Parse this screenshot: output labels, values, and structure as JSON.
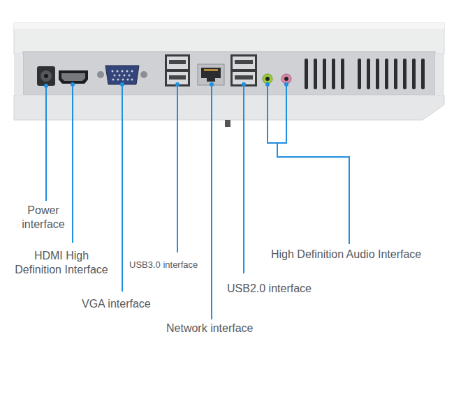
{
  "diagram": {
    "labels": [
      "Power interface",
      "HDMI High Definition Interface",
      "USB3.0 interface",
      "High Definition Audio Interface",
      "USB2.0 interface",
      "VGA interface",
      "Network interface"
    ]
  }
}
